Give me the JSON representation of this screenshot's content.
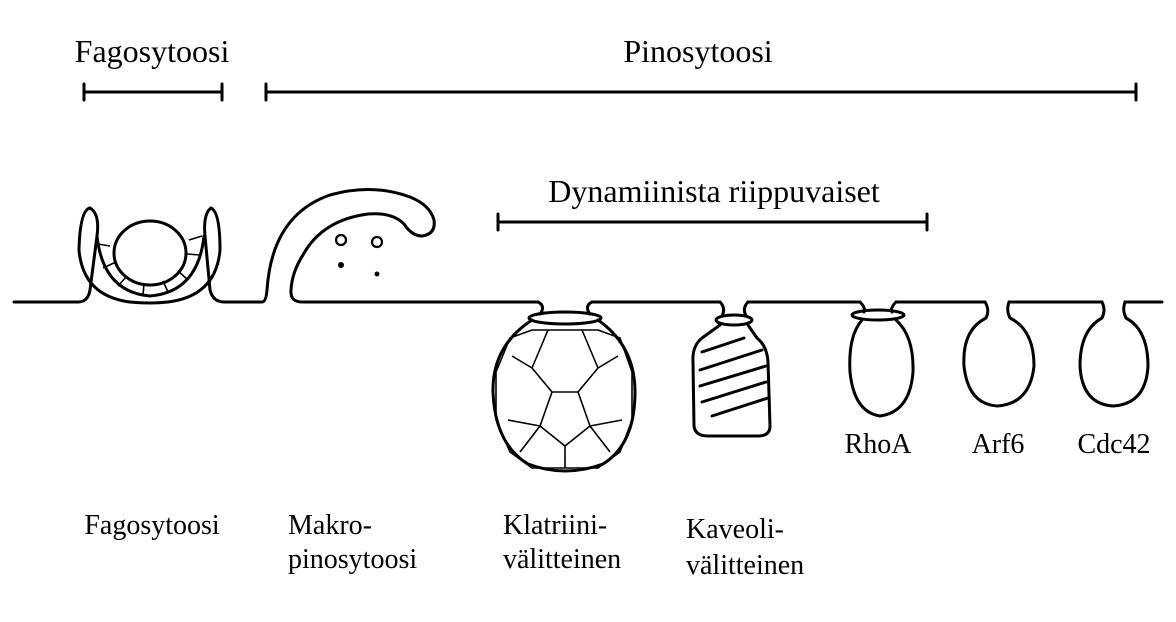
{
  "headers": {
    "fagosytoosi": "Fagosytoosi",
    "pinosytoosi": "Pinosytoosi",
    "dynamiini": "Dynamiinista riippuvaiset"
  },
  "vesicle_labels": {
    "rhoa": "RhoA",
    "arf6": "Arf6",
    "cdc42": "Cdc42"
  },
  "bottom_labels": {
    "fagosytoosi": "Fagosytoosi",
    "makro_1": "Makro-",
    "makro_2": "pinosytoosi",
    "klatriini_1": "Klatriini-",
    "klatriini_2": "välitteinen",
    "kaveoli_1": "Kaveoli-",
    "kaveoli_2": "välitteinen"
  }
}
